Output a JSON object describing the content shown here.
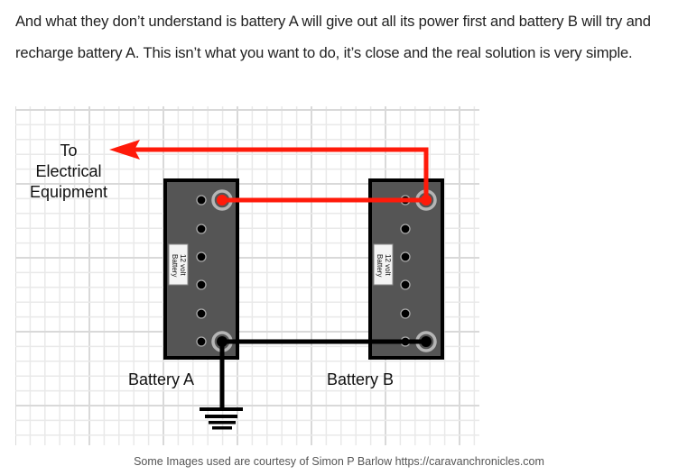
{
  "article": {
    "paragraph": "And what they don’t understand is battery A will give out all its power first and battery B will try and recharge battery A. This isn’t what you want to do, it’s close and the real solution is very simple."
  },
  "diagram": {
    "destination_label": [
      "To",
      "Electrical",
      "Equipment"
    ],
    "battery_a": {
      "name": "Battery A",
      "sticker": [
        "12 volt",
        "Battery"
      ]
    },
    "battery_b": {
      "name": "Battery B",
      "sticker": [
        "12 volt",
        "Battery"
      ]
    },
    "colors": {
      "positive_wire": "#ff1a0a",
      "negative_wire": "#000000",
      "battery_body": "#555555",
      "grid": "#e6e6e6"
    }
  },
  "caption": "Some Images used are courtesy of Simon P Barlow https://caravanchronicles.com"
}
